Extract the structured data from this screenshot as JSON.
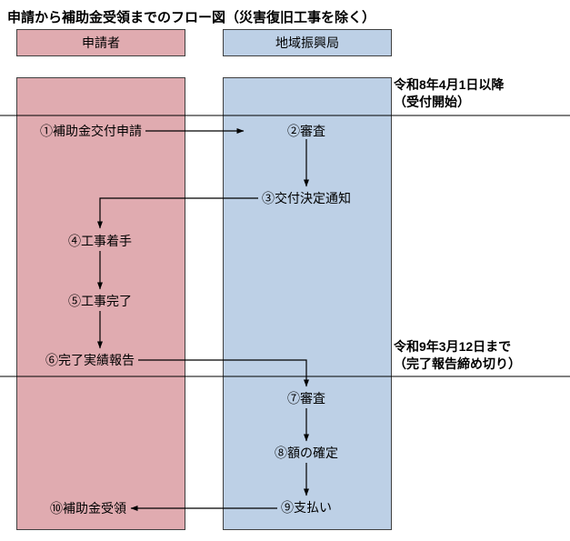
{
  "title": "申請から補助金受領までのフロー図（災害復旧工事を除く）",
  "lanes": {
    "applicant": {
      "header": "申請者"
    },
    "bureau": {
      "header": "地域振興局"
    }
  },
  "annotations": {
    "start": {
      "line1": "令和8年4月1日以降",
      "line2": "（受付開始）"
    },
    "deadline": {
      "line1": "令和9年3月12日まで",
      "line2": "（完了報告締め切り）"
    }
  },
  "steps": {
    "s1": "①補助金交付申請",
    "s2": "②審査",
    "s3": "③交付決定通知",
    "s4": "④工事着手",
    "s5": "⑤工事完了",
    "s6": "⑥完了実績報告",
    "s7": "⑦審査",
    "s8": "⑧額の確定",
    "s9": "⑨支払い",
    "s10": "⑩補助金受領"
  },
  "colors": {
    "applicant_fill": "#E0ABB0",
    "bureau_fill": "#BDD0E6",
    "box_border": "#404040",
    "line": "#000000"
  }
}
